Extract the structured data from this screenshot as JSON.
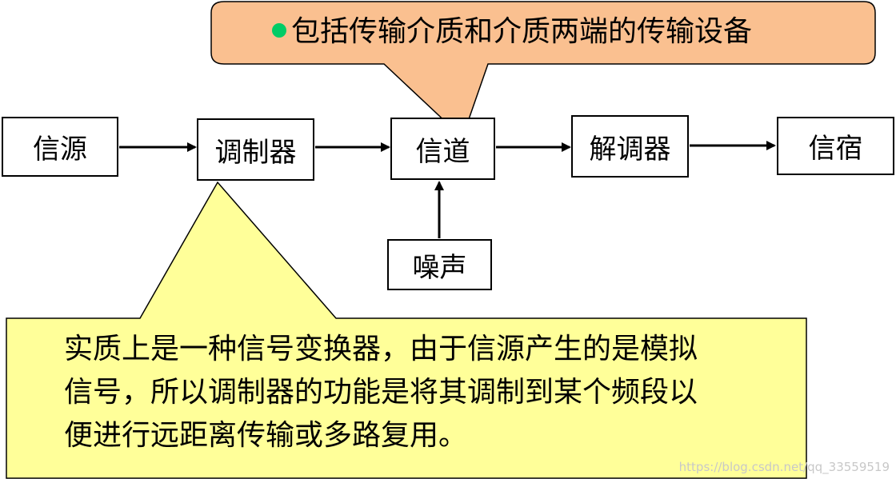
{
  "nodes": {
    "source": "信源",
    "modulator": "调制器",
    "channel": "信道",
    "demodulator": "解调器",
    "sink": "信宿",
    "noise": "噪声"
  },
  "callout_channel": {
    "text": "包括传输介质和介质两端的传输设备",
    "fill": "#FAC090",
    "bullet_color": "#00CC66"
  },
  "callout_modulator": {
    "lines": [
      "实质上是一种信号变换器，由于信源产生的是模拟",
      "信号，所以调制器的功能是将其调制到某个频段以",
      "便进行远距离传输或多路复用。"
    ],
    "fill": "#FFFF99"
  },
  "watermark": "https://blog.csdn.net/qq_33559519"
}
